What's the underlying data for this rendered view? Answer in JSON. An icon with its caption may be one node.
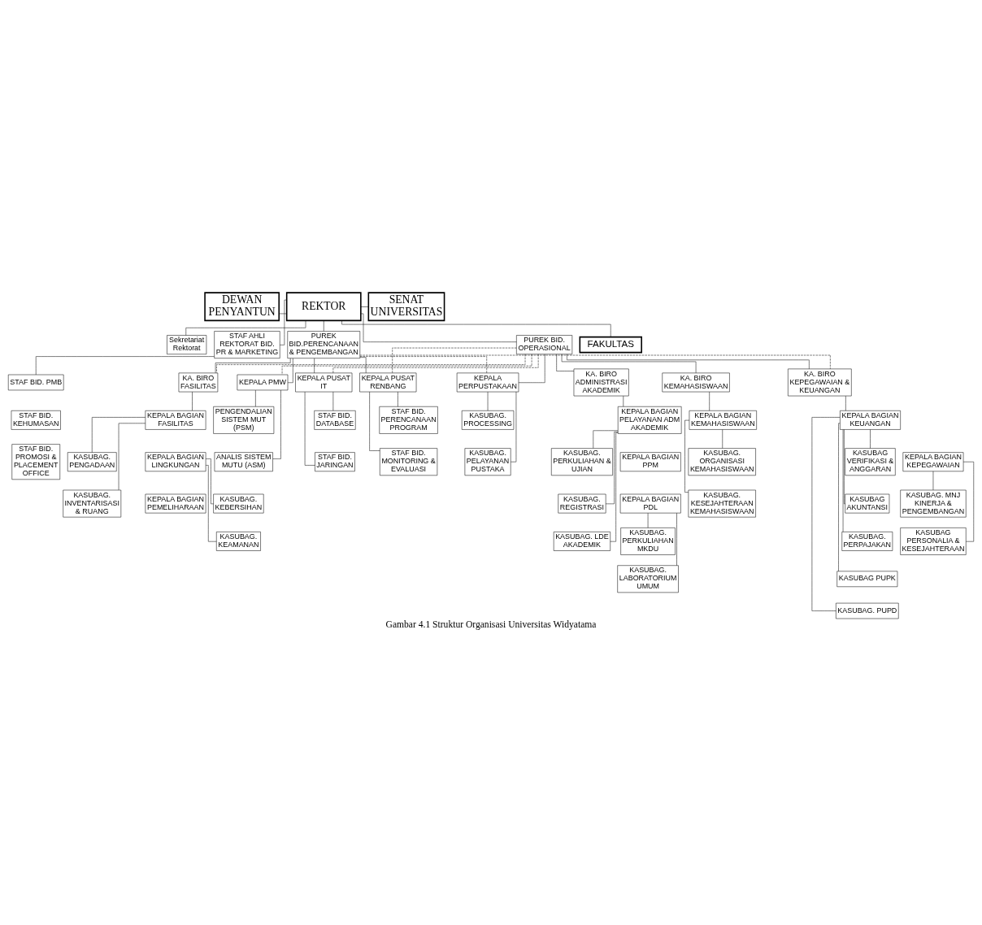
{
  "diagram": {
    "caption": "Gambar 4.1 Struktur Organisasi Universitas Widyatama",
    "nodes": [
      {
        "text": [
          "DEWAN PENYANTUN"
        ]
      },
      {
        "text": [
          "REKTOR"
        ]
      },
      {
        "text": [
          "SENAT UNIVERSITAS"
        ]
      },
      {
        "text": [
          "Sekretariat Rektorat"
        ]
      },
      {
        "text": [
          "STAF AHLI REKTORAT BID. PR & MARKETING"
        ]
      },
      {
        "text": [
          "PUREK BID.PERENCANAAN & PENGEMBANGAN"
        ]
      },
      {
        "text": [
          "PUREK BID. OPERASIONAL"
        ]
      },
      {
        "text": [
          "KEPALA PMW"
        ]
      },
      {
        "text": [
          "KA. BIRO FASILITAS"
        ]
      },
      {
        "text": [
          "KA. BIRO KEPEGAWAIAN & KEUANGAN"
        ]
      },
      {
        "text": [
          "KA. BIRO ADMINISTRASI AKADEMIK"
        ]
      },
      {
        "text": [
          "KA. BIRO KEMAHASISWAAN"
        ]
      },
      {
        "text": [
          "PENGENDALIAN SISTEM MUT (PSM)"
        ]
      },
      {
        "text": [
          "ANALIS SISTEM MUTU (ASM)"
        ]
      },
      {
        "text": [
          "KEPALA PUSAT IT"
        ]
      },
      {
        "text": [
          "KEPALA PUSAT RENBANG"
        ]
      },
      {
        "text": [
          "KEPALA BAGIAN FASILITAS"
        ]
      },
      {
        "text": [
          "KEPALA BAGIAN LINGKUNGAN"
        ]
      },
      {
        "text": [
          "KEPALA BAGIAN PEMELIHARAAN"
        ]
      },
      {
        "text": [
          "KEPALA BAGIAN KEUANGAN"
        ]
      },
      {
        "text": [
          "KEPALA BAGIAN KEPEGAWAIAN"
        ]
      },
      {
        "text": [
          "KEPALA BAGIAN PELAYANAN ADM AKADEMIK"
        ]
      },
      {
        "text": [
          "KEPALA BAGIAN PPM"
        ]
      },
      {
        "text": [
          "KEPALA BAGIAN PDL"
        ]
      },
      {
        "text": [
          "KEPALA BAGIAN KEMAHASISWAAN"
        ]
      },
      {
        "text": [
          "KEPALA PERPUSTAKAAN"
        ]
      },
      {
        "text": [
          "STAF BID. DATABASE"
        ]
      },
      {
        "text": [
          "STAF BID. JARINGAN"
        ]
      },
      {
        "text": [
          "STAF BID. PERENCANAAN PROGRAM"
        ]
      },
      {
        "text": [
          "STAF BID. MONITORING & EVALUASI"
        ]
      },
      {
        "text": [
          "KASUBAG. PENGADAAN"
        ]
      },
      {
        "text": [
          "KASUBAG. INVENTARISASI & RUANG"
        ]
      },
      {
        "text": [
          "KASUBAG. KEBERSIHAN"
        ]
      },
      {
        "text": [
          "KASUBAG. KEAMANAN"
        ]
      },
      {
        "text": [
          "KASUBAG VERIFIKASI & ANGGARAN"
        ]
      },
      {
        "text": [
          "KASUBAG AKUNTANSI"
        ]
      },
      {
        "text": [
          "KASUBAG. PERPAJAKAN"
        ]
      },
      {
        "text": [
          "KASUBAG PUPK"
        ]
      },
      {
        "text": [
          "KASUBAG. PUPD"
        ]
      },
      {
        "text": [
          "KASUBAG. PERKULIAHAN & UJIAN"
        ]
      },
      {
        "text": [
          "KASUBAG. REGISTRASI"
        ]
      },
      {
        "text": [
          "KASUBAG. LDE AKADEMIK"
        ]
      },
      {
        "text": [
          "KASUBAG. PERKULIAHAN MKDU"
        ]
      },
      {
        "text": [
          "KASUBAG. LABORATORIUM UMUM"
        ]
      },
      {
        "text": [
          "KASUBAG. ORGANISASI KEMAHASISWAAN"
        ]
      },
      {
        "text": [
          "KASUBAG. KESEJAHTERAAN KEMAHASISWAAN"
        ]
      },
      {
        "text": [
          "KASUBAG. PROCESSING"
        ]
      },
      {
        "text": [
          "KASUBAG. PELAYANAN PUSTAKA"
        ]
      },
      {
        "text": [
          "STAF BID. PMB"
        ]
      },
      {
        "text": [
          "STAF BID. KEHUMASAN"
        ]
      },
      {
        "text": [
          "STAF BID. PROMOSI & PLACEMENT OFFICE"
        ]
      },
      {
        "text": [
          "KASUBAG. MNJ KINERJA & PENGEMBANGAN"
        ]
      },
      {
        "text": [
          "KASUBAG PERSONALIA & KESEJAHTERAAN"
        ]
      },
      {
        "text": [
          "FAKULTAS"
        ]
      }
    ],
    "edges": [
      {
        "from": 1,
        "to": 0,
        "arrow": "none"
      },
      {
        "from": 1,
        "to": 2,
        "arrow": "none"
      },
      {
        "from": 1,
        "to": 3,
        "arrow": "none"
      },
      {
        "from": 1,
        "to": 4,
        "arrow": "none"
      },
      {
        "from": 1,
        "to": 5,
        "arrow": "none"
      },
      {
        "from": 1,
        "to": 6,
        "arrow": "none"
      },
      {
        "from": 1,
        "to": 53,
        "arrow": "none"
      },
      {
        "from": 5,
        "to": 7,
        "arrow": "none"
      },
      {
        "from": 5,
        "to": 14,
        "arrow": "none"
      },
      {
        "from": 5,
        "to": 15,
        "arrow": "none"
      },
      {
        "from": 5,
        "to": 8,
        "arrow": "none"
      },
      {
        "from": 6,
        "to": 9,
        "arrow": "none"
      },
      {
        "from": 6,
        "to": 10,
        "arrow": "none"
      },
      {
        "from": 6,
        "to": 11,
        "arrow": "none"
      },
      {
        "from": 6,
        "to": 25,
        "arrow": "none"
      },
      {
        "from": 6,
        "to": 7,
        "arrow": "none",
        "style": "dashed"
      },
      {
        "from": 6,
        "to": 14,
        "arrow": "none",
        "style": "dashed"
      },
      {
        "from": 6,
        "to": 15,
        "arrow": "none",
        "style": "dashed"
      },
      {
        "from": 6,
        "to": 8,
        "arrow": "none",
        "style": "dashed"
      },
      {
        "from": 5,
        "to": 9,
        "arrow": "none",
        "style": "dashed"
      },
      {
        "from": 5,
        "to": 25,
        "arrow": "none",
        "style": "dashed"
      },
      {
        "from": 7,
        "to": 12,
        "arrow": "none"
      },
      {
        "from": 7,
        "to": 13,
        "arrow": "none"
      },
      {
        "from": 14,
        "to": 26,
        "arrow": "none"
      },
      {
        "from": 14,
        "to": 27,
        "arrow": "none"
      },
      {
        "from": 15,
        "to": 28,
        "arrow": "none"
      },
      {
        "from": 15,
        "to": 29,
        "arrow": "none"
      },
      {
        "from": 8,
        "to": 16,
        "arrow": "none"
      },
      {
        "from": 16,
        "to": 30,
        "arrow": "none"
      },
      {
        "from": 16,
        "to": 31,
        "arrow": "none"
      },
      {
        "from": 17,
        "to": 32,
        "arrow": "none"
      },
      {
        "from": 17,
        "to": 33,
        "arrow": "none"
      },
      {
        "from": 9,
        "to": 19,
        "arrow": "none"
      },
      {
        "from": 19,
        "to": 34,
        "arrow": "none"
      },
      {
        "from": 19,
        "to": 35,
        "arrow": "none"
      },
      {
        "from": 19,
        "to": 36,
        "arrow": "none"
      },
      {
        "from": 19,
        "to": 37,
        "arrow": "none"
      },
      {
        "from": 19,
        "to": 38,
        "arrow": "none"
      },
      {
        "from": 20,
        "to": 51,
        "arrow": "none"
      },
      {
        "from": 20,
        "to": 52,
        "arrow": "none"
      },
      {
        "from": 10,
        "to": 21,
        "arrow": "none"
      },
      {
        "from": 21,
        "to": 39,
        "arrow": "none"
      },
      {
        "from": 21,
        "to": 40,
        "arrow": "none"
      },
      {
        "from": 21,
        "to": 41,
        "arrow": "none"
      },
      {
        "from": 23,
        "to": 42,
        "arrow": "none"
      },
      {
        "from": 23,
        "to": 43,
        "arrow": "none"
      },
      {
        "from": 11,
        "to": 24,
        "arrow": "none"
      },
      {
        "from": 24,
        "to": 44,
        "arrow": "none"
      },
      {
        "from": 24,
        "to": 45,
        "arrow": "none"
      },
      {
        "from": 25,
        "to": 46,
        "arrow": "none"
      },
      {
        "from": 25,
        "to": 47,
        "arrow": "none"
      },
      {
        "from": 4,
        "to": 48,
        "arrow": "none"
      }
    ]
  }
}
